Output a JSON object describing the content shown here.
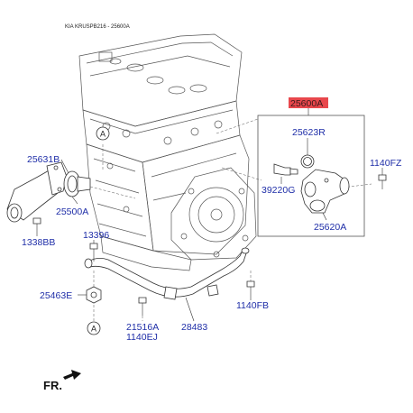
{
  "header": {
    "title": "KIA KRUSPB216 - 25600A"
  },
  "assembly_label": {
    "text": "25600A",
    "highlight_color": "#e8474c"
  },
  "callouts": {
    "a_top": "A",
    "a_bottom": "A"
  },
  "parts": {
    "p25631B": "25631B",
    "p25500A": "25500A",
    "p1338BB": "1338BB",
    "p13396": "13396",
    "p25463E": "25463E",
    "p21516A": "21516A",
    "p1140EJ": "1140EJ",
    "p28483": "28483",
    "p1140FB": "1140FB",
    "p25623R": "25623R",
    "p39220G": "39220G",
    "p25620A": "25620A",
    "p1140FZ": "1140FZ"
  },
  "orientation": {
    "text": "FR."
  },
  "colors": {
    "label_text": "#1f2ea8",
    "line": "#333333"
  }
}
